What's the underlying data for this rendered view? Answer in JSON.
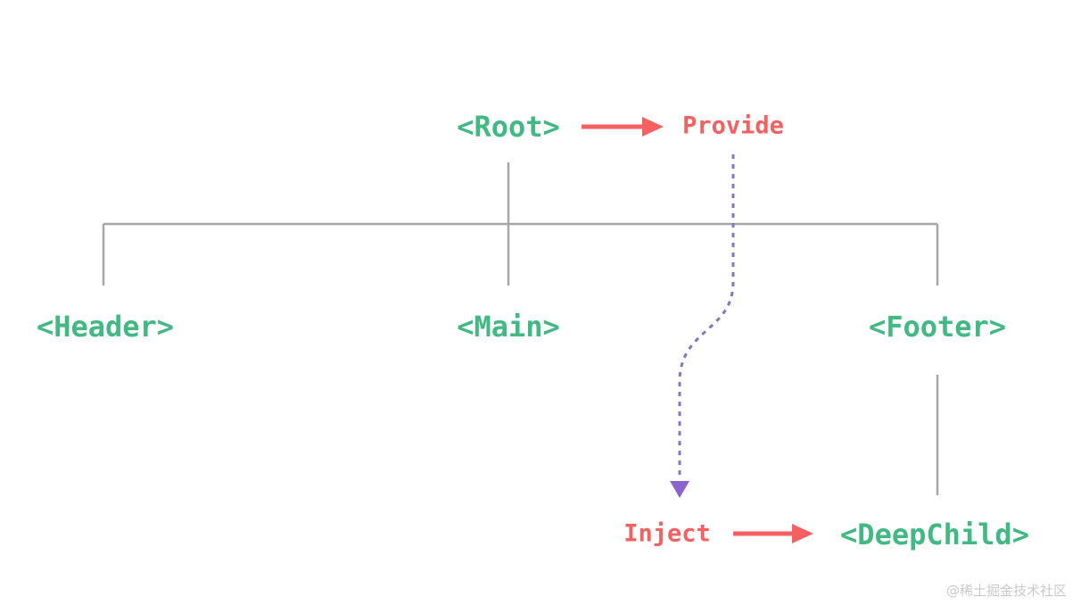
{
  "nodes": {
    "root": {
      "label": "<Root>"
    },
    "header": {
      "label": "<Header>"
    },
    "main": {
      "label": "<Main>"
    },
    "footer": {
      "label": "<Footer>"
    },
    "deep_child": {
      "label": "<DeepChild>"
    }
  },
  "annotations": {
    "provide": {
      "label": "Provide"
    },
    "inject": {
      "label": "Inject"
    }
  },
  "relations": {
    "tree": "Root -> Header, Main, Footer; Footer -> DeepChild",
    "provide_inject_flow": "Root provides, DeepChild injects"
  },
  "colors": {
    "node_green": "#42b883",
    "flow_red": "#f56060",
    "tree_gray": "#a6a6a6",
    "inject_purple": "#7c78c2",
    "arrowhead_purple": "#8a63cc",
    "watermark_gray": "#c9c9c9"
  },
  "watermark": {
    "text": "@稀土掘金技术社区"
  }
}
